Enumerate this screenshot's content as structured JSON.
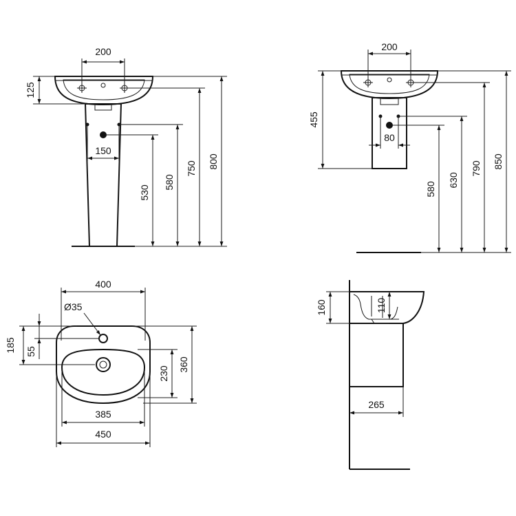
{
  "views": {
    "front_pedestal": {
      "dims": {
        "tap_spacing": "200",
        "basin_height": "125",
        "waste_spacing": "150",
        "waste_height": "530",
        "supply_height": "580",
        "top_inner_height": "750",
        "overall_height": "800"
      }
    },
    "front_semi_pedestal": {
      "dims": {
        "tap_spacing": "200",
        "pedestal_height": "455",
        "waste_spacing": "80",
        "waste_height": "580",
        "supply_height": "630",
        "top_inner_height": "790",
        "overall_height": "850"
      }
    },
    "plan": {
      "dims": {
        "tap_hole_diameter": "Ø35",
        "bowl_width": "400",
        "centre_depth": "185",
        "tap_offset": "55",
        "bowl_depth": "230",
        "overall_depth": "360",
        "bowl_inner_width": "385",
        "overall_width": "450"
      }
    },
    "side": {
      "dims": {
        "basin_height": "160",
        "bowl_depth": "110",
        "projection": "265"
      }
    }
  }
}
